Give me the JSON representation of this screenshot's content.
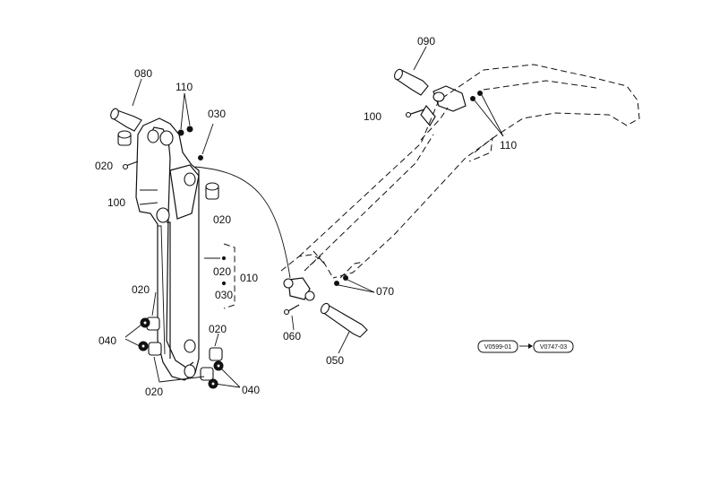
{
  "labels": {
    "arm_pin_top": "080",
    "arm_bolt_top": "110",
    "grease_fitting": "030",
    "bushing_top_left": "020",
    "bolt_left": "100",
    "bushing_mid_right": "020",
    "arm_bushing": "020",
    "arm_assembly": "010",
    "arm_grease": "030",
    "bushing_lower_left": "020",
    "shim_left": "040",
    "bushing_lower_right": "020",
    "bushing_bottom": "020",
    "shim_right": "040",
    "boom_pin_top": "090",
    "boom_bolt_top": "100",
    "boom_bolt_right": "110",
    "boom_bolt_lower": "070",
    "boom_bolt_foot": "060",
    "boom_pin_foot": "050"
  },
  "serial_range": {
    "from": "V0599-01",
    "to": "V0747-03"
  }
}
